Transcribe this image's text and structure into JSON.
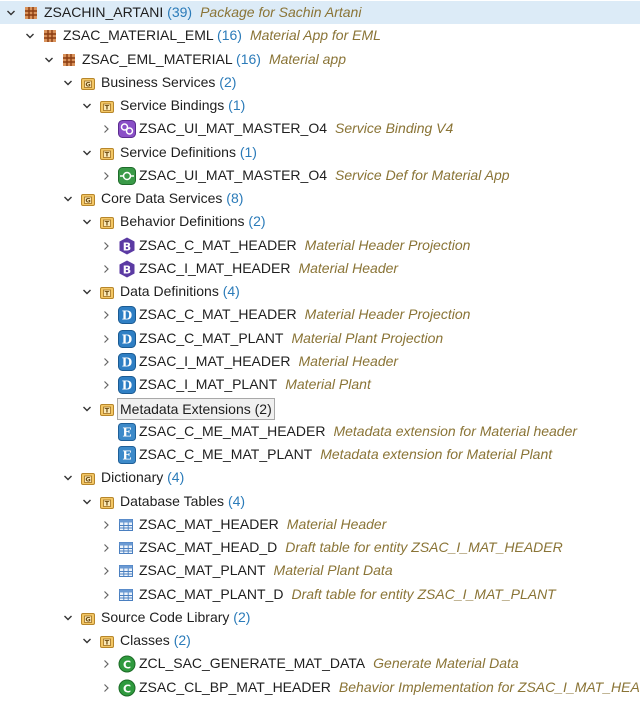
{
  "colors": {
    "selection": "#dcebf7",
    "count": "#2b7bb9",
    "description": "#8a7436",
    "package": "#b5652a",
    "folder": "#e8b84a"
  },
  "tree": [
    {
      "level": 0,
      "state": "open",
      "icon": "package-icon",
      "name": "ZSACHIN_ARTANI",
      "count": "(39)",
      "desc": "Package for Sachin Artani",
      "selected": true
    },
    {
      "level": 1,
      "state": "open",
      "icon": "package-icon",
      "name": "ZSAC_MATERIAL_EML",
      "count": "(16)",
      "desc": "Material App for EML"
    },
    {
      "level": 2,
      "state": "open",
      "icon": "package-icon",
      "name": "ZSAC_EML_MATERIAL",
      "count": "(16)",
      "desc": "Material app"
    },
    {
      "level": 3,
      "state": "open",
      "icon": "group-folder-icon",
      "name": "Business Services",
      "count": "(2)",
      "desc": ""
    },
    {
      "level": 4,
      "state": "open",
      "icon": "type-folder-icon",
      "name": "Service Bindings",
      "count": "(1)",
      "desc": ""
    },
    {
      "level": 5,
      "state": "closed",
      "icon": "service-binding-icon",
      "name": "ZSAC_UI_MAT_MASTER_O4",
      "count": "",
      "desc": "Service Binding V4"
    },
    {
      "level": 4,
      "state": "open",
      "icon": "type-folder-icon",
      "name": "Service Definitions",
      "count": "(1)",
      "desc": ""
    },
    {
      "level": 5,
      "state": "closed",
      "icon": "service-definition-icon",
      "name": "ZSAC_UI_MAT_MASTER_O4",
      "count": "",
      "desc": "Service Def for Material App"
    },
    {
      "level": 3,
      "state": "open",
      "icon": "group-folder-icon",
      "name": "Core Data Services",
      "count": "(8)",
      "desc": ""
    },
    {
      "level": 4,
      "state": "open",
      "icon": "type-folder-icon",
      "name": "Behavior Definitions",
      "count": "(2)",
      "desc": ""
    },
    {
      "level": 5,
      "state": "closed",
      "icon": "behavior-definition-icon",
      "name": "ZSAC_C_MAT_HEADER",
      "count": "",
      "desc": "Material Header Projection"
    },
    {
      "level": 5,
      "state": "closed",
      "icon": "behavior-definition-icon",
      "name": "ZSAC_I_MAT_HEADER",
      "count": "",
      "desc": "Material Header"
    },
    {
      "level": 4,
      "state": "open",
      "icon": "type-folder-icon",
      "name": "Data Definitions",
      "count": "(4)",
      "desc": ""
    },
    {
      "level": 5,
      "state": "closed",
      "icon": "data-definition-icon",
      "name": "ZSAC_C_MAT_HEADER",
      "count": "",
      "desc": "Material Header Projection"
    },
    {
      "level": 5,
      "state": "closed",
      "icon": "data-definition-icon",
      "name": "ZSAC_C_MAT_PLANT",
      "count": "",
      "desc": "Material Plant Projection"
    },
    {
      "level": 5,
      "state": "closed",
      "icon": "data-definition-icon",
      "name": "ZSAC_I_MAT_HEADER",
      "count": "",
      "desc": "Material Header"
    },
    {
      "level": 5,
      "state": "closed",
      "icon": "data-definition-icon",
      "name": "ZSAC_I_MAT_PLANT",
      "count": "",
      "desc": "Material Plant"
    },
    {
      "level": 4,
      "state": "open",
      "icon": "type-folder-icon",
      "name": "Metadata Extensions",
      "count": "(2)",
      "desc": "",
      "focused": true
    },
    {
      "level": 5,
      "state": "none",
      "icon": "metadata-extension-icon",
      "name": "ZSAC_C_ME_MAT_HEADER",
      "count": "",
      "desc": "Metadata extension for Material header"
    },
    {
      "level": 5,
      "state": "none",
      "icon": "metadata-extension-icon",
      "name": "ZSAC_C_ME_MAT_PLANT",
      "count": "",
      "desc": "Metadata extension for Material Plant"
    },
    {
      "level": 3,
      "state": "open",
      "icon": "group-folder-icon",
      "name": "Dictionary",
      "count": "(4)",
      "desc": ""
    },
    {
      "level": 4,
      "state": "open",
      "icon": "type-folder-icon",
      "name": "Database Tables",
      "count": "(4)",
      "desc": ""
    },
    {
      "level": 5,
      "state": "closed",
      "icon": "database-table-icon",
      "name": "ZSAC_MAT_HEADER",
      "count": "",
      "desc": "Material Header"
    },
    {
      "level": 5,
      "state": "closed",
      "icon": "database-table-icon",
      "name": "ZSAC_MAT_HEAD_D",
      "count": "",
      "desc": "Draft table for entity ZSAC_I_MAT_HEADER"
    },
    {
      "level": 5,
      "state": "closed",
      "icon": "database-table-icon",
      "name": "ZSAC_MAT_PLANT",
      "count": "",
      "desc": "Material Plant Data"
    },
    {
      "level": 5,
      "state": "closed",
      "icon": "database-table-icon",
      "name": "ZSAC_MAT_PLANT_D",
      "count": "",
      "desc": "Draft table for entity ZSAC_I_MAT_PLANT"
    },
    {
      "level": 3,
      "state": "open",
      "icon": "group-folder-icon",
      "name": "Source Code Library",
      "count": "(2)",
      "desc": ""
    },
    {
      "level": 4,
      "state": "open",
      "icon": "type-folder-icon",
      "name": "Classes",
      "count": "(2)",
      "desc": ""
    },
    {
      "level": 5,
      "state": "closed",
      "icon": "class-icon",
      "name": "ZCL_SAC_GENERATE_MAT_DATA",
      "count": "",
      "desc": "Generate Material Data"
    },
    {
      "level": 5,
      "state": "closed",
      "icon": "class-icon",
      "name": "ZSAC_CL_BP_MAT_HEADER",
      "count": "",
      "desc": "Behavior Implementation for ZSAC_I_MAT_HEADER"
    }
  ]
}
